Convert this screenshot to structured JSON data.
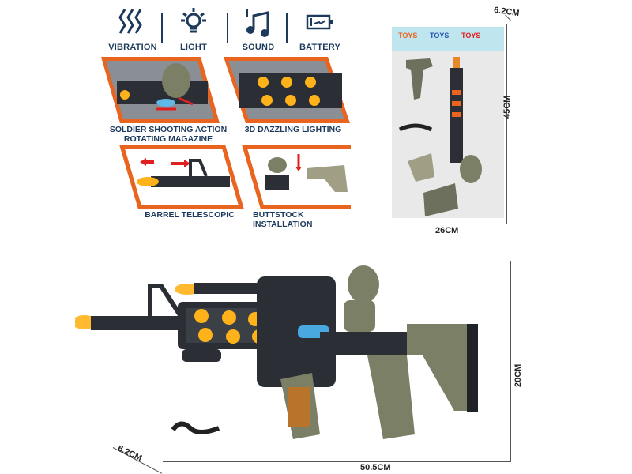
{
  "features": [
    {
      "label": "VIBRATION",
      "icon": "vibration-icon"
    },
    {
      "label": "LIGHT",
      "icon": "lightbulb-icon"
    },
    {
      "label": "SOUND",
      "icon": "music-note-icon"
    },
    {
      "label": "BATTERY",
      "icon": "battery-icon"
    }
  ],
  "panels": [
    {
      "caption_line1": "SOLDIER SHOOTING ACTION",
      "caption_line2": "ROTATING MAGAZINE"
    },
    {
      "caption_line1": "3D DAZZLING LIGHTING",
      "caption_line2": ""
    },
    {
      "caption_line1": "BARREL TELESCOPIC",
      "caption_line2": ""
    },
    {
      "caption_line1": "BUTTSTOCK  INSTALLATION",
      "caption_line2": ""
    }
  ],
  "package": {
    "header_brand": "TOYS",
    "dim_depth": "6.2CM",
    "dim_height": "45CM",
    "dim_width": "26CM"
  },
  "product": {
    "dim_depth": "6.2CM",
    "dim_height": "20CM",
    "dim_length": "50.5CM"
  },
  "colors": {
    "accent_orange": "#e8641f",
    "label_navy": "#1d3a5c",
    "gun_black": "#2b2f35",
    "gun_olive": "#7b7f66",
    "glow": "#ffb21a"
  }
}
